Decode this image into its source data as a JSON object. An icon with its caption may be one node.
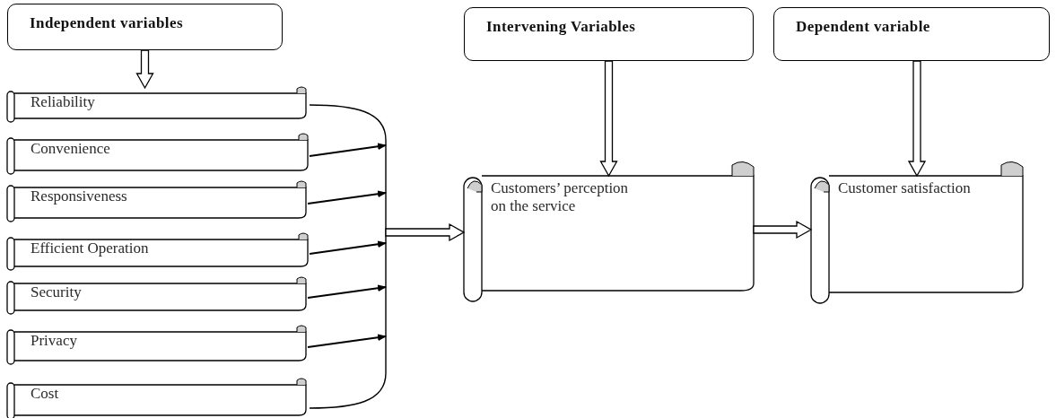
{
  "diagram": {
    "nodes": [
      {
        "text": [
          "Independent variables"
        ]
      },
      {
        "text": [
          "Reliability"
        ]
      },
      {
        "text": [
          "Convenience"
        ]
      },
      {
        "text": [
          "Responsiveness"
        ]
      },
      {
        "text": [
          "Efficient Operation"
        ]
      },
      {
        "text": [
          "Security"
        ]
      },
      {
        "text": [
          "Privacy"
        ]
      },
      {
        "text": [
          "Cost"
        ]
      },
      {
        "text": [],
        "shape": "bracket"
      },
      {
        "text": [
          "Intervening Variables"
        ]
      },
      {
        "text": [
          "Dependent variable"
        ]
      },
      {
        "text": [
          "Customers’ perception on the service"
        ]
      },
      {
        "text": [
          "Customer satisfaction"
        ]
      }
    ],
    "edges": [
      {
        "from": 0,
        "to": 1,
        "arrow": "to",
        "style": "thick"
      },
      {
        "from": 2,
        "to": 8,
        "arrow": "to"
      },
      {
        "from": 3,
        "to": 8,
        "arrow": "to"
      },
      {
        "from": 4,
        "to": 8,
        "arrow": "to"
      },
      {
        "from": 5,
        "to": 8,
        "arrow": "to"
      },
      {
        "from": 6,
        "to": 8,
        "arrow": "to"
      },
      {
        "from": 8,
        "to": 11,
        "arrow": "to",
        "style": "thick"
      },
      {
        "from": 9,
        "to": 11,
        "arrow": "to",
        "style": "thick"
      },
      {
        "from": 11,
        "to": 12,
        "arrow": "to",
        "style": "thick"
      },
      {
        "from": 10,
        "to": 12,
        "arrow": "to",
        "style": "thick"
      }
    ]
  }
}
